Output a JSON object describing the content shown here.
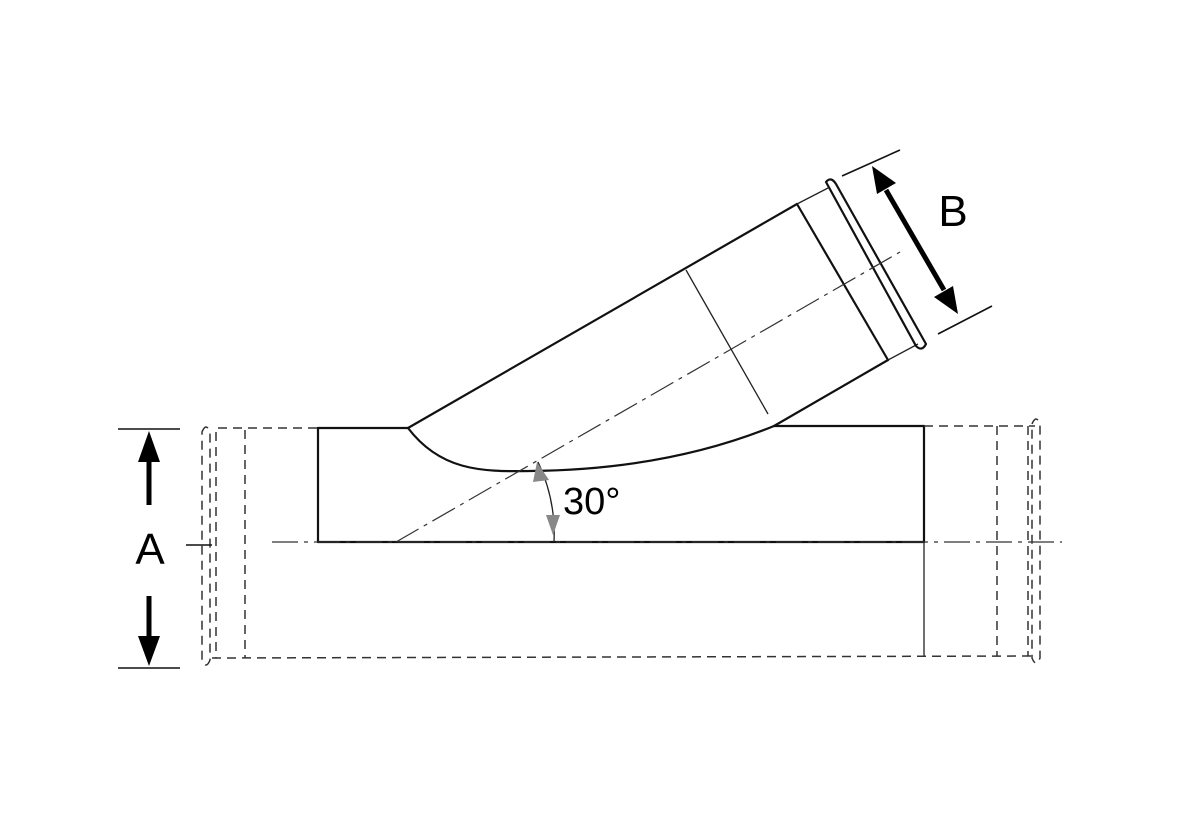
{
  "diagram": {
    "labels": {
      "dimension_a": "A",
      "dimension_b": "B",
      "angle": "30°"
    },
    "colors": {
      "line": "#111111",
      "background": "#ffffff",
      "angle_arrow": "#888888"
    }
  }
}
